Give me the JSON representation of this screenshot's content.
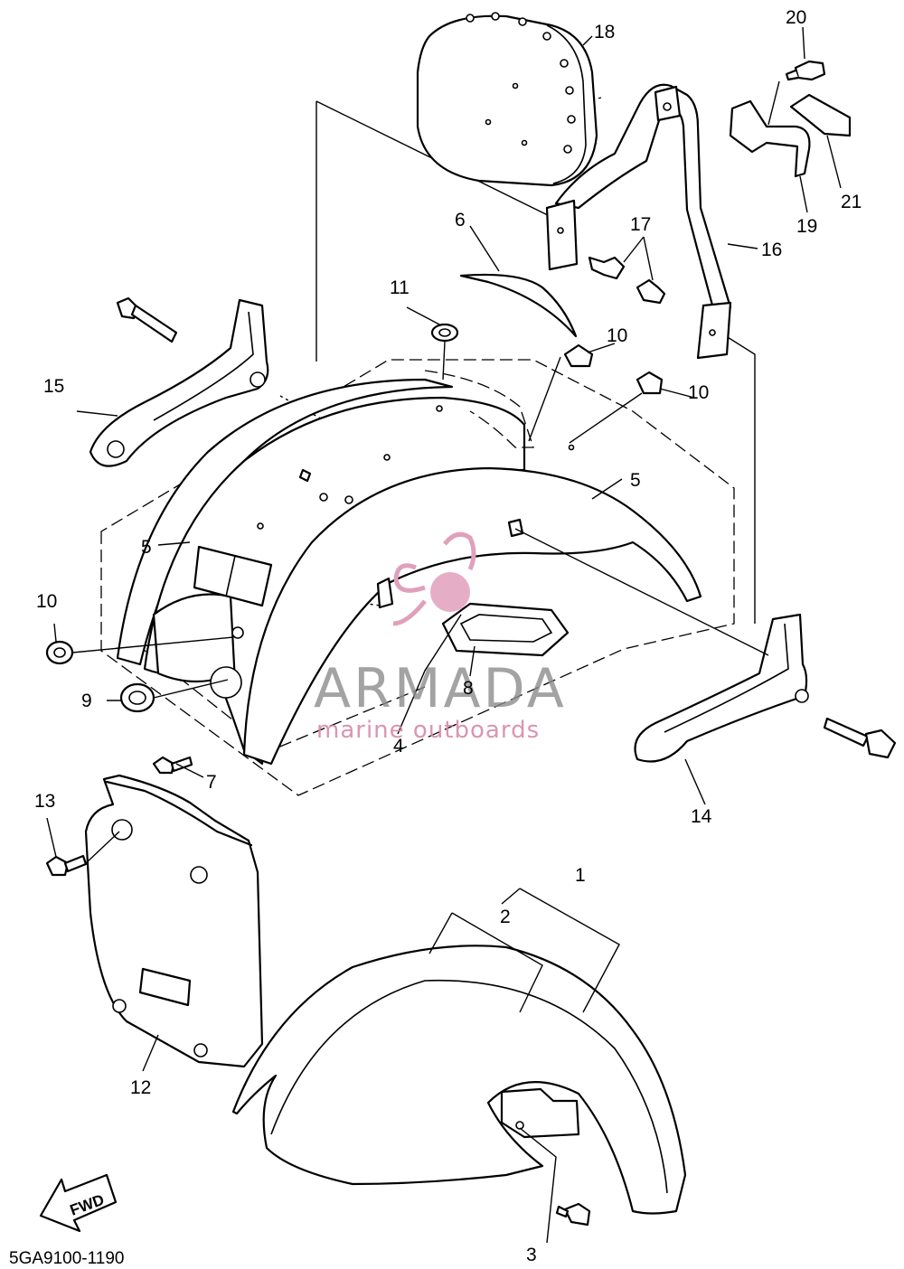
{
  "diagram": {
    "callouts": [
      {
        "id": "c1",
        "label": "1"
      },
      {
        "id": "c2",
        "label": "2"
      },
      {
        "id": "c3",
        "label": "3"
      },
      {
        "id": "c4",
        "label": "4"
      },
      {
        "id": "c5a",
        "label": "5"
      },
      {
        "id": "c5b",
        "label": "5"
      },
      {
        "id": "c6",
        "label": "6"
      },
      {
        "id": "c7",
        "label": "7"
      },
      {
        "id": "c8",
        "label": "8"
      },
      {
        "id": "c9",
        "label": "9"
      },
      {
        "id": "c10a",
        "label": "10"
      },
      {
        "id": "c10b",
        "label": "10"
      },
      {
        "id": "c10c",
        "label": "10"
      },
      {
        "id": "c11",
        "label": "11"
      },
      {
        "id": "c12",
        "label": "12"
      },
      {
        "id": "c13",
        "label": "13"
      },
      {
        "id": "c14",
        "label": "14"
      },
      {
        "id": "c15",
        "label": "15"
      },
      {
        "id": "c16",
        "label": "16"
      },
      {
        "id": "c17",
        "label": "17"
      },
      {
        "id": "c18",
        "label": "18"
      },
      {
        "id": "c19",
        "label": "19"
      },
      {
        "id": "c20",
        "label": "20"
      },
      {
        "id": "c21",
        "label": "21"
      }
    ],
    "diagram_code": "5GA9100-1190",
    "fwd_label": "FWD",
    "watermark": {
      "brand": "ARMADA",
      "tagline": "marine outboards",
      "colors": {
        "brand": "#8c8c8c",
        "logo": "#e0a0bc"
      }
    }
  }
}
